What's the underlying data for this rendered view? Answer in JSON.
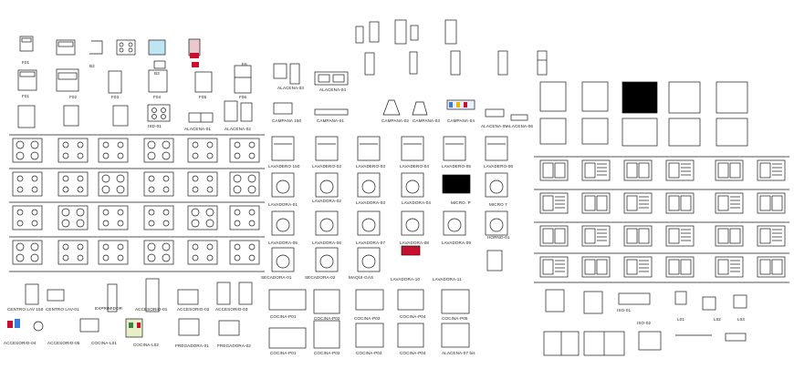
{
  "labels": {
    "f01": "F01",
    "f02": "F02",
    "f03": "F03",
    "f04": "F04",
    "f05": "F05",
    "f06": "F06",
    "b2": "B2",
    "b3": "B3",
    "e6": "E6",
    "isd01": "ISD-01",
    "alacena01": "ALACENA-01",
    "alacena02": "ALACENA-02",
    "alacena03": "ALACENA-03",
    "alacena04": "ALACENA-04",
    "campana150": "CAMPANA 150",
    "campana01": "CAMPANA-01",
    "campana02": "CAMPANA-02",
    "campana03": "CAMPANA-03",
    "campana04": "CAMPANA-04",
    "alacena05": "ALACENA-05",
    "alacena06": "ALACENA-06",
    "lavadero150": "LAVADERO 150",
    "lavadero02": "LAVADERO-02",
    "lavadero03": "LAVADERO-03",
    "lavadero04": "LAVADERO-04",
    "lavadero05": "LAVADERO-05",
    "lavadero06": "LAVADERO-06",
    "lavadora01": "LAVADORA-01",
    "lavadora02": "LAVADORA-02",
    "lavadora03": "LAVADORA-03",
    "lavadora04": "LAVADORA-04",
    "lavadora05": "LAVADORA-05",
    "lavadora06": "LAVADORA-06",
    "lavadora07": "LAVADORA-07",
    "lavadora08": "LAVADORA-08",
    "lavadora09": "LAVADORA-09",
    "microp": "MICRO. P",
    "microo7": "MICRO 7",
    "horno01": "HORNO-01",
    "secadora01": "SECADORA-01",
    "secadora02": "SECADORA-02",
    "maquigas": "MAQUI-GAS",
    "lavadora10": "LAVADORA-10",
    "lavadora11": "LAVADORA-11",
    "centrolav150": "CENTRO LAV 150",
    "centrolav01": "CENTRO LAV-01",
    "exprimidor": "EXPRIMIDOR",
    "accesorio01": "ACCESORIO-01",
    "accesorio02": "ACCESORIO-02",
    "accesorio03": "ACCESORIO-03",
    "accesorio04": "ACCESORIO-04",
    "accesorio05": "ACCESORIO-05",
    "cocinal01": "COCINA-L01",
    "cocinal02": "COCINA-L02",
    "fregadora01": "FREGADORA-01",
    "fregadora02": "FREGADORA-02",
    "cocinap01": "COCINA-P01",
    "cocinap02": "COCINA-P02",
    "cocinap03": "COCINA-P03",
    "cocinap04": "COCINA-P04",
    "cocinap05": "COCINA-P05",
    "alacena07": "ALACENA-07 bis",
    "iso01": "ISO-01",
    "iso02": "ISO-02",
    "l01": "L01",
    "l02": "L02",
    "l03": "L03"
  },
  "colors": {
    "line": "#1a1a1a",
    "fill_dark": "#000000",
    "accent_red": "#c8102e",
    "accent_blue": "#3a7bd5",
    "accent_yellow": "#e6b800",
    "accent_green": "#2e8b3a"
  }
}
